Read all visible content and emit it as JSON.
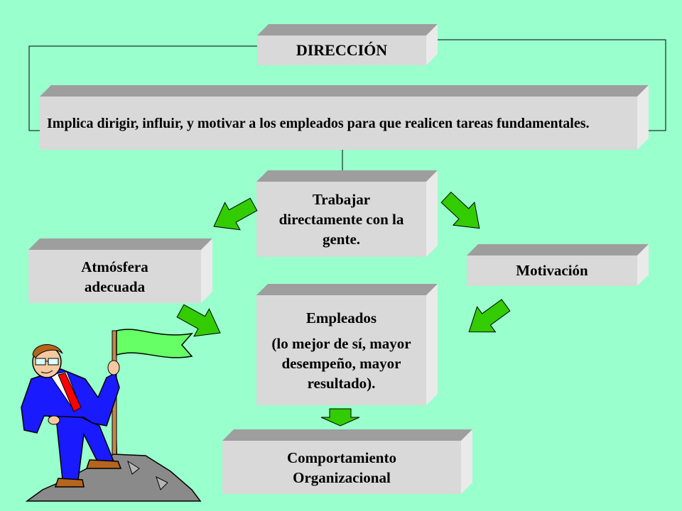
{
  "title": "DIRECCIÓN",
  "description": "Implica dirigir, influir, y motivar a los empleados para que realicen tareas fundamentales.",
  "center_box": "Trabajar directamente con la gente.",
  "left_box": "Atmósfera adecuada",
  "right_box": "Motivación",
  "employees_box": {
    "heading": "Empleados",
    "body": "(lo mejor de sí, mayor desempeño, mayor resultado)."
  },
  "bottom_box": "Comportamiento Organizacional",
  "colors": {
    "background": "#99ffcc",
    "box_face": "#d9d9d9",
    "box_top": "#9e9e9e",
    "box_side": "#eaeaea",
    "arrow": "#33cc00",
    "flag": "#66ff66",
    "suit": "#1a1aff",
    "tie": "#ff0000"
  },
  "icons": [
    "businessman-with-flag-icon",
    "green-arrow-icon"
  ]
}
